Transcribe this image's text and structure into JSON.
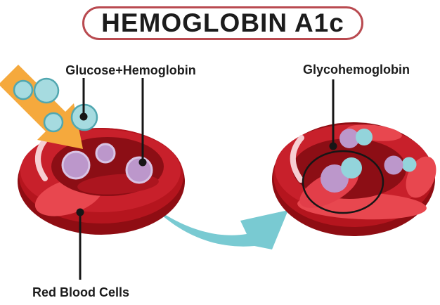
{
  "title": {
    "text": "HEMOGLOBIN A1c"
  },
  "labels": {
    "glucose_hemoglobin": "Glucose+Hemoglobin",
    "glycohemoglobin": "Glycohemoglobin",
    "red_blood_cells": "Red Blood Cells"
  },
  "icons": {
    "glucose_influx_arrow": "orange-arrow-down-right",
    "transformation_arrow": "teal-curved-arrow-right",
    "glucose_molecule": "teal-circle",
    "hemoglobin_molecule": "purple-circle",
    "glycohemoglobin_pair": "purple-and-teal-circle-pair",
    "focus_ring": "black-ellipse-outline",
    "red_blood_cell": "red-torus-cell"
  },
  "colors": {
    "background": "#FFFFFF",
    "text": "#1C1C1C",
    "title_border": "#B94A50",
    "pointer": "#161616",
    "cell_red_top": "#C8202B",
    "cell_red_mid": "#B5151E",
    "cell_red_dark": "#8F0D13",
    "cell_highlight": "#E8474F",
    "crater_red": "#8C0E15",
    "crater_wall": "#AC151F",
    "crescent_pink": "#F6CED2",
    "glucose_teal": "#A6DBE0",
    "glucose_teal_outline": "#51A7B0",
    "pair_teal": "#93D4DB",
    "hemoglobin_purple": "#BC97CB",
    "hemoglobin_purple_outline": "#D8C3E4",
    "arrow_orange": "#F5A93D",
    "transform_arrow_teal": "#79CAD2"
  }
}
